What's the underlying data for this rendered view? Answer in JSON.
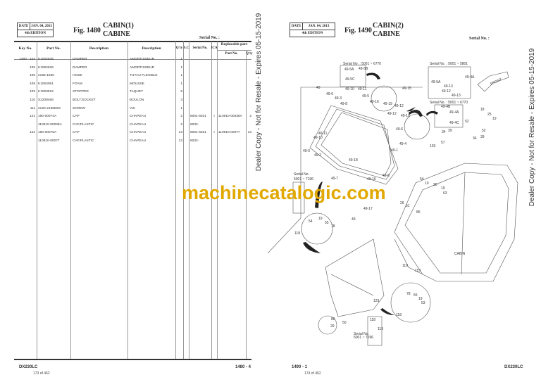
{
  "left_page": {
    "date_label": "DATE",
    "date_value": "JAN. 04, 2013",
    "edition": "4th EDITION",
    "fig_label": "Fig. 1480",
    "title_en": "CABIN(1)",
    "title_fr": "CABINE",
    "serial_label": "Serial No. :",
    "columns": [
      "Key No.",
      "Part No.",
      "Description",
      "Description",
      "Q'ty",
      "S.C",
      "Serial No.",
      "ICA",
      "Replacable part",
      "Part No.",
      "Q'ty"
    ],
    "rows": [
      [
        "1480 - 104",
        "K1002635",
        "DAMPER",
        "AMORTISSEUR",
        "1",
        "",
        "",
        "",
        "",
        ""
      ],
      [
        "105",
        "K1002636",
        "DAMPER",
        "AMORTISSEUR",
        "1",
        "",
        "",
        "",
        "",
        ""
      ],
      [
        "106",
        "2185-1660",
        "HOSE",
        "TUYAU FLEXIBLE",
        "1",
        "",
        "",
        "",
        "",
        ""
      ],
      [
        "108",
        "K1004061",
        "FOAM",
        "MOUSSE",
        "1",
        "",
        "",
        "",
        "",
        ""
      ],
      [
        "109",
        "K1003522",
        "STOPPER",
        "TAQUET",
        "5",
        "",
        "",
        "",
        "",
        ""
      ],
      [
        "110",
        "S2208466",
        "BOLT;SOCKET",
        "BOULON",
        "3",
        "",
        "",
        "",
        "",
        ""
      ],
      [
        "111",
        "2120-2166D53",
        "SCREW",
        "VIS",
        "1",
        "",
        "",
        "",
        "",
        ""
      ],
      [
        "121",
        "160-00074A",
        "CAP",
        "CHAPEAU",
        "2",
        "",
        "5001-6031",
        "I",
        "110910-00038A",
        "2"
      ],
      [
        "",
        "110910-00038A",
        "CAP,PLASTIC",
        "CHAPEAU",
        "2",
        "",
        "6032-",
        "",
        "",
        ""
      ],
      [
        "122",
        "160-00075A",
        "CAP",
        "CHAPEAU",
        "13",
        "",
        "5001-6031",
        "I",
        "110910-00077",
        "13"
      ],
      [
        "",
        "110910-00077",
        "CAP,PLASTIC",
        "CHAPEAU",
        "13",
        "",
        "6032-",
        "",
        "",
        ""
      ]
    ],
    "model": "DX230LC",
    "page_count": "173 of 462",
    "page_ref": "1480 - 4"
  },
  "right_page": {
    "date_label": "DATE",
    "date_value": "JAN. 04, 2013",
    "edition": "4th EDITION",
    "fig_label": "Fig. 1490",
    "title_en": "CABIN(2)",
    "title_fr": "CABINE",
    "serial_label": "Serial No. :",
    "model": "DX230LC",
    "page_count": "174 of 462",
    "page_ref": "1490 - 1",
    "callouts": [
      "Serial No. : 5001 ~ 6770",
      "49-5B",
      "49-5A",
      "49-5C",
      "49",
      "49-6",
      "49-10",
      "49-11",
      "49-3",
      "49-5",
      "49-8",
      "49-16",
      "49-15",
      "49-19",
      "49-12",
      "49-12",
      "49-19",
      "49-15",
      "49-6",
      "49-11",
      "49-10",
      "49-4",
      "49-6",
      "49-2",
      "49-1",
      "49-18",
      "49-7",
      "49-16",
      "49-17",
      "49-8",
      "Serial No. : 5001 ~ 5801",
      "49-4A",
      "49-5A",
      "49-13",
      "49-12",
      "49-13",
      "Serial No. : 5001 ~ 6770",
      "49-4B",
      "49-4A",
      "49-4C",
      "FRONT",
      "18",
      "25",
      "19",
      "52",
      "52",
      "34",
      "39",
      "34",
      "39",
      "57",
      "103",
      "54",
      "19",
      "20",
      "19",
      "63",
      "26",
      "51",
      "86",
      "54",
      "19",
      "55",
      "78",
      "49",
      "118",
      "Serial No.",
      "5001 ~ 7196",
      "119",
      "119",
      "CABIN",
      "123",
      "78",
      "55",
      "19",
      "53",
      "118",
      "118",
      "119",
      "80",
      "29",
      "50",
      "Serial No.",
      "5001 ~ 7196"
    ]
  },
  "watermarks": {
    "dealer_copy": "Dealer Copy - Not for Resale - Expires 05-15-2019",
    "site": "machinecatalogic.com"
  }
}
